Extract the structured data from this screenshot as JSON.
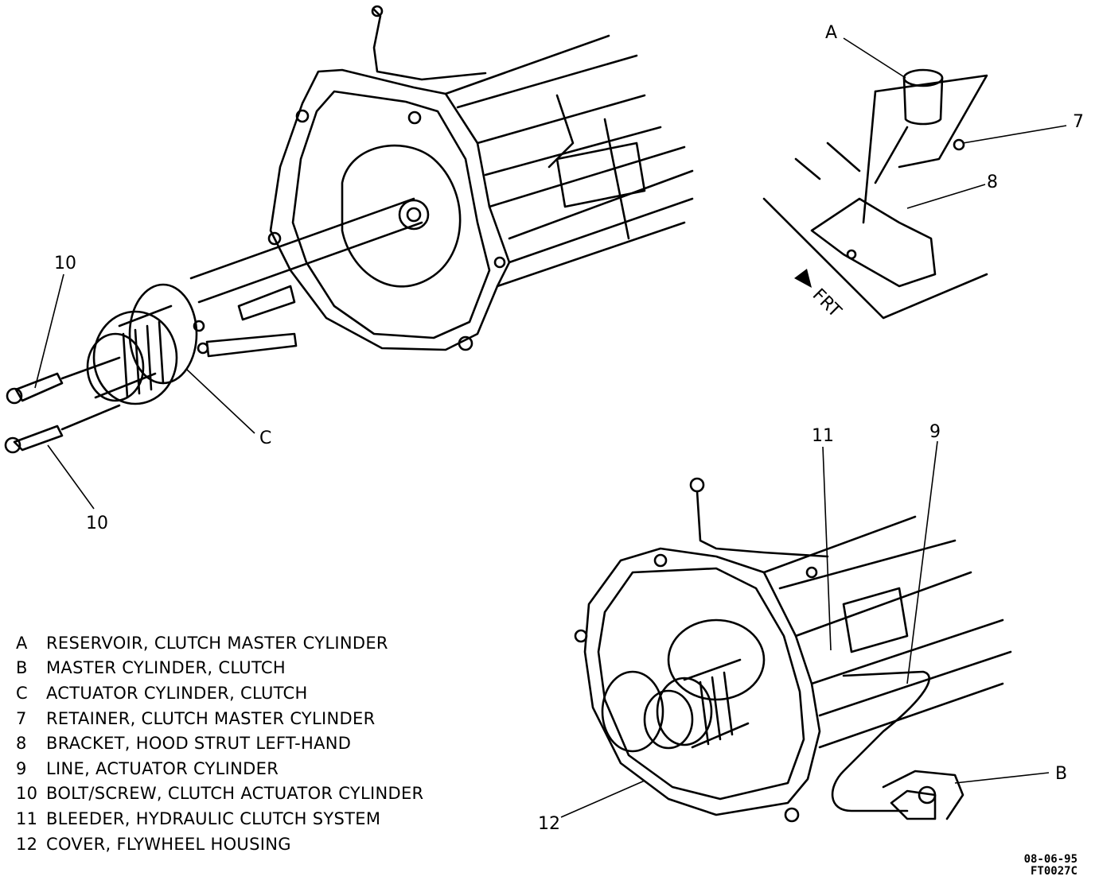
{
  "callouts": {
    "ten_top": "10",
    "ten_bottom": "10",
    "c": "C",
    "a": "A",
    "seven": "7",
    "eight": "8",
    "frt": "FRT",
    "eleven": "11",
    "nine": "9",
    "b": "B",
    "twelve": "12"
  },
  "legend": [
    {
      "key": "A",
      "desc": "RESERVOIR, CLUTCH MASTER CYLINDER"
    },
    {
      "key": "B",
      "desc": "MASTER CYLINDER, CLUTCH"
    },
    {
      "key": "C",
      "desc": "ACTUATOR CYLINDER, CLUTCH"
    },
    {
      "key": "7",
      "desc": "RETAINER, CLUTCH MASTER CYLINDER"
    },
    {
      "key": "8",
      "desc": "BRACKET, HOOD STRUT LEFT-HAND"
    },
    {
      "key": "9",
      "desc": "LINE, ACTUATOR CYLINDER"
    },
    {
      "key": "10",
      "desc": "BOLT/SCREW, CLUTCH ACTUATOR CYLINDER"
    },
    {
      "key": "11",
      "desc": "BLEEDER, HYDRAULIC CLUTCH SYSTEM"
    },
    {
      "key": "12",
      "desc": "COVER, FLYWHEEL HOUSING"
    }
  ],
  "footer": {
    "date_code": "08-06-95",
    "figure_id": "FT0027C"
  }
}
